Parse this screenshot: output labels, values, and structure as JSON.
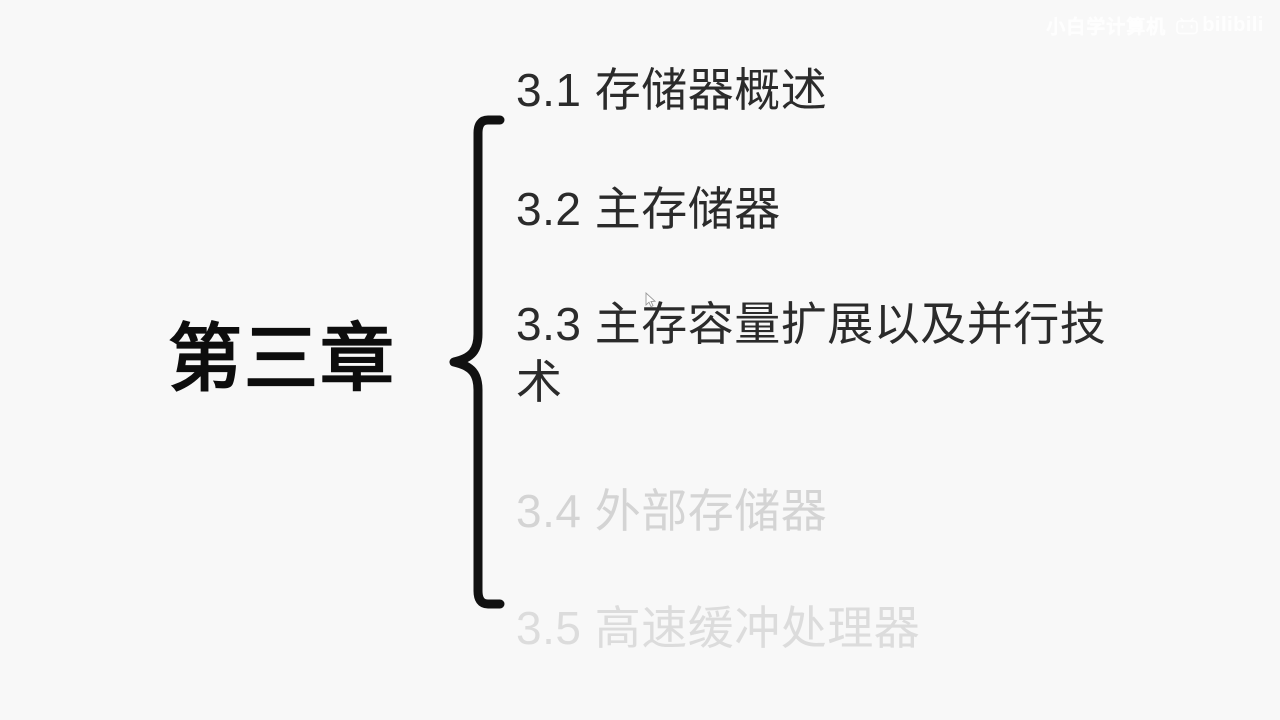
{
  "slide": {
    "background_color": "#f8f8f8",
    "chapter_title": "第三章",
    "chapter_title_color": "#0d0d0d",
    "active_text_color": "#2b2b2b",
    "dimmed_text_color_1": "#d4d4d4",
    "dimmed_text_color_2": "#dcdcdc",
    "brace_color": "#111111"
  },
  "outline": {
    "items": [
      {
        "number": "3.1",
        "label": "存储器概述",
        "text": "3.1 存储器概述",
        "state": "active"
      },
      {
        "number": "3.2",
        "label": "主存储器",
        "text": "3.2 主存储器",
        "state": "active"
      },
      {
        "number": "3.3",
        "label": "主存容量扩展以及并行技术",
        "text": "3.3 主存容量扩展以及并行技术",
        "state": "active"
      },
      {
        "number": "3.4",
        "label": "外部存储器",
        "text": "3.4 外部存储器",
        "state": "dimmed"
      },
      {
        "number": "3.5",
        "label": "高速缓冲处理器",
        "text": "3.5 高速缓冲处理器",
        "state": "dimmed"
      }
    ]
  },
  "watermark": {
    "text": "小白学计算机",
    "logo": "bilibili"
  }
}
